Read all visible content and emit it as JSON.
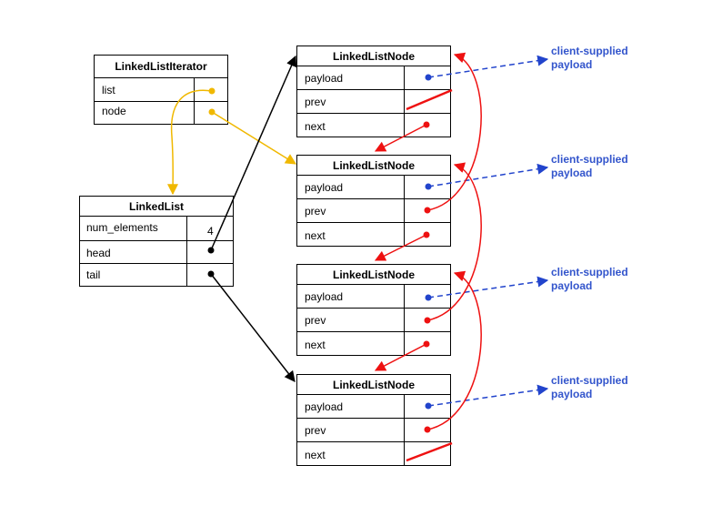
{
  "colors": {
    "black": "#000000",
    "red": "#ee1111",
    "blue": "#2244cc",
    "yellow": "#f0b800",
    "client_text": "#3355cc"
  },
  "iterator": {
    "title": "LinkedListIterator",
    "fields": [
      "list",
      "node"
    ]
  },
  "list": {
    "title": "LinkedList",
    "fields": [
      "num_elements",
      "head",
      "tail"
    ],
    "num_elements_value": "4"
  },
  "nodes": [
    {
      "title": "LinkedListNode",
      "fields": [
        "payload",
        "prev",
        "next"
      ]
    },
    {
      "title": "LinkedListNode",
      "fields": [
        "payload",
        "prev",
        "next"
      ]
    },
    {
      "title": "LinkedListNode",
      "fields": [
        "payload",
        "prev",
        "next"
      ]
    },
    {
      "title": "LinkedListNode",
      "fields": [
        "payload",
        "prev",
        "next"
      ]
    }
  ],
  "client_payloads": [
    {
      "line1": "client-supplied",
      "line2": "payload"
    },
    {
      "line1": "client-supplied",
      "line2": "payload"
    },
    {
      "line1": "client-supplied",
      "line2": "payload"
    },
    {
      "line1": "client-supplied",
      "line2": "payload"
    }
  ]
}
